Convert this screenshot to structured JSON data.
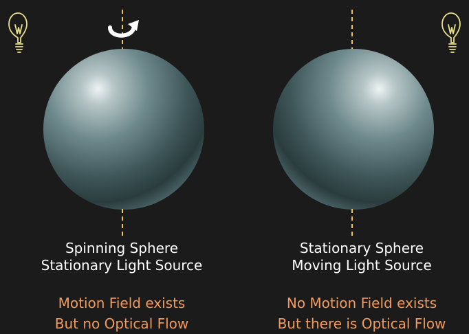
{
  "colors": {
    "background": "#1b1b1b",
    "caption_text": "#ffffff",
    "note_text": "#f29a5c",
    "axis": "#f2c14e",
    "bulb": "#e9e08a",
    "sphere_highlight": "#eef3f3",
    "sphere_mid": "#5f7a7e",
    "sphere_shadow": "#253638"
  },
  "icons": {
    "left_bulb": "light-bulb-icon",
    "right_bulb": "light-bulb-icon",
    "rotation": "rotate-arrow-icon"
  },
  "left_panel": {
    "caption_line1": "Spinning Sphere",
    "caption_line2": "Stationary Light Source",
    "note_line1": "Motion Field exists",
    "note_line2": "But no Optical Flow"
  },
  "right_panel": {
    "caption_line1": "Stationary Sphere",
    "caption_line2": "Moving Light Source",
    "note_line1": "No Motion Field exists",
    "note_line2": "But there is Optical Flow"
  }
}
